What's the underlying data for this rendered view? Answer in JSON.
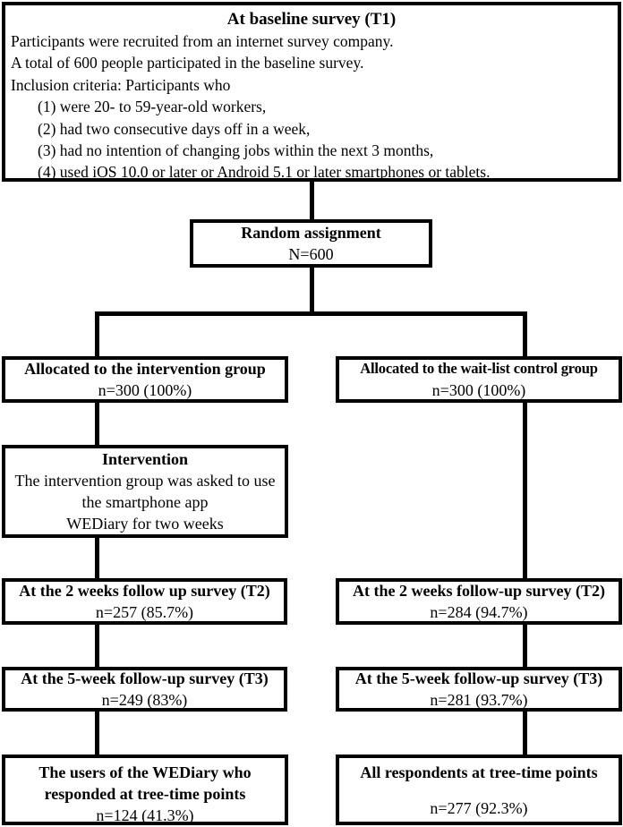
{
  "colors": {
    "border": "#000000",
    "background": "#ffffff",
    "text": "#000000"
  },
  "baseline_box": {
    "title": "At baseline survey (T1)",
    "lines": [
      "Participants were recruited from an internet survey company.",
      "A total of 600 people participated in the baseline survey.",
      "Inclusion criteria: Participants who"
    ],
    "criteria": [
      "(1) were 20- to 59-year-old workers,",
      "(2) had two consecutive days off in a week,",
      "(3) had no intention of changing jobs within the next 3 months,",
      "(4) used iOS 10.0 or later or Android 5.1 or later smartphones or tablets."
    ]
  },
  "random_box": {
    "title": "Random assignment",
    "n": "N=600"
  },
  "left_column": {
    "alloc": {
      "title": "Allocated to the intervention group",
      "n": "n=300 (100%)"
    },
    "intervention": {
      "title": "Intervention",
      "lines": [
        "The intervention group was asked to use",
        "the smartphone app",
        "WEDiary for two weeks"
      ]
    },
    "t2": {
      "title": "At the 2 weeks follow up survey (T2)",
      "n": "n=257 (85.7%)"
    },
    "t3": {
      "title": "At the 5-week follow-up survey (T3)",
      "n": "n=249 (83%)"
    },
    "final": {
      "title_line1": "The users of the WEDiary who",
      "title_line2": "responded at tree-time points",
      "n": "n=124 (41.3%)"
    }
  },
  "right_column": {
    "alloc": {
      "title": "Allocated to the wait-list control group",
      "n": "n=300 (100%)"
    },
    "t2": {
      "title": "At the 2 weeks follow-up survey (T2)",
      "n": "n=284 (94.7%)"
    },
    "t3": {
      "title": "At the 5-week follow-up survey (T3)",
      "n": "n=281 (93.7%)"
    },
    "final": {
      "title": "All respondents at tree-time points",
      "n": "n=277 (92.3%)"
    }
  }
}
